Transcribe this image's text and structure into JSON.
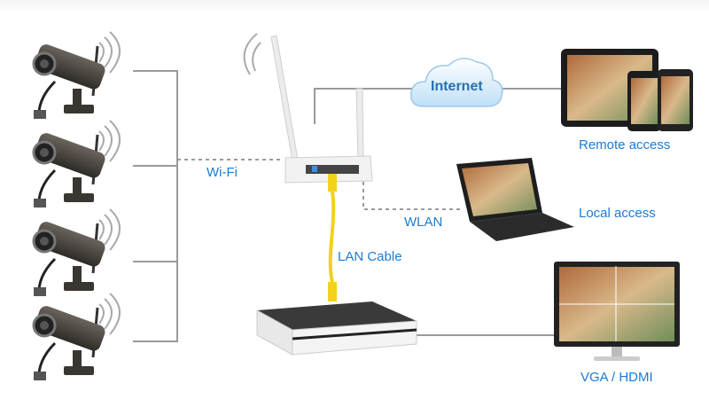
{
  "labels": {
    "wifi": "Wi-Fi",
    "internet": "Internet",
    "remote_access": "Remote access",
    "wlan": "WLAN",
    "local_access": "Local access",
    "lan_cable": "LAN Cable",
    "vga_hdmi": "VGA / HDMI"
  },
  "colors": {
    "label": "#1a7bd6",
    "line": "#9a9a9a",
    "cable": "#f2d21b"
  }
}
